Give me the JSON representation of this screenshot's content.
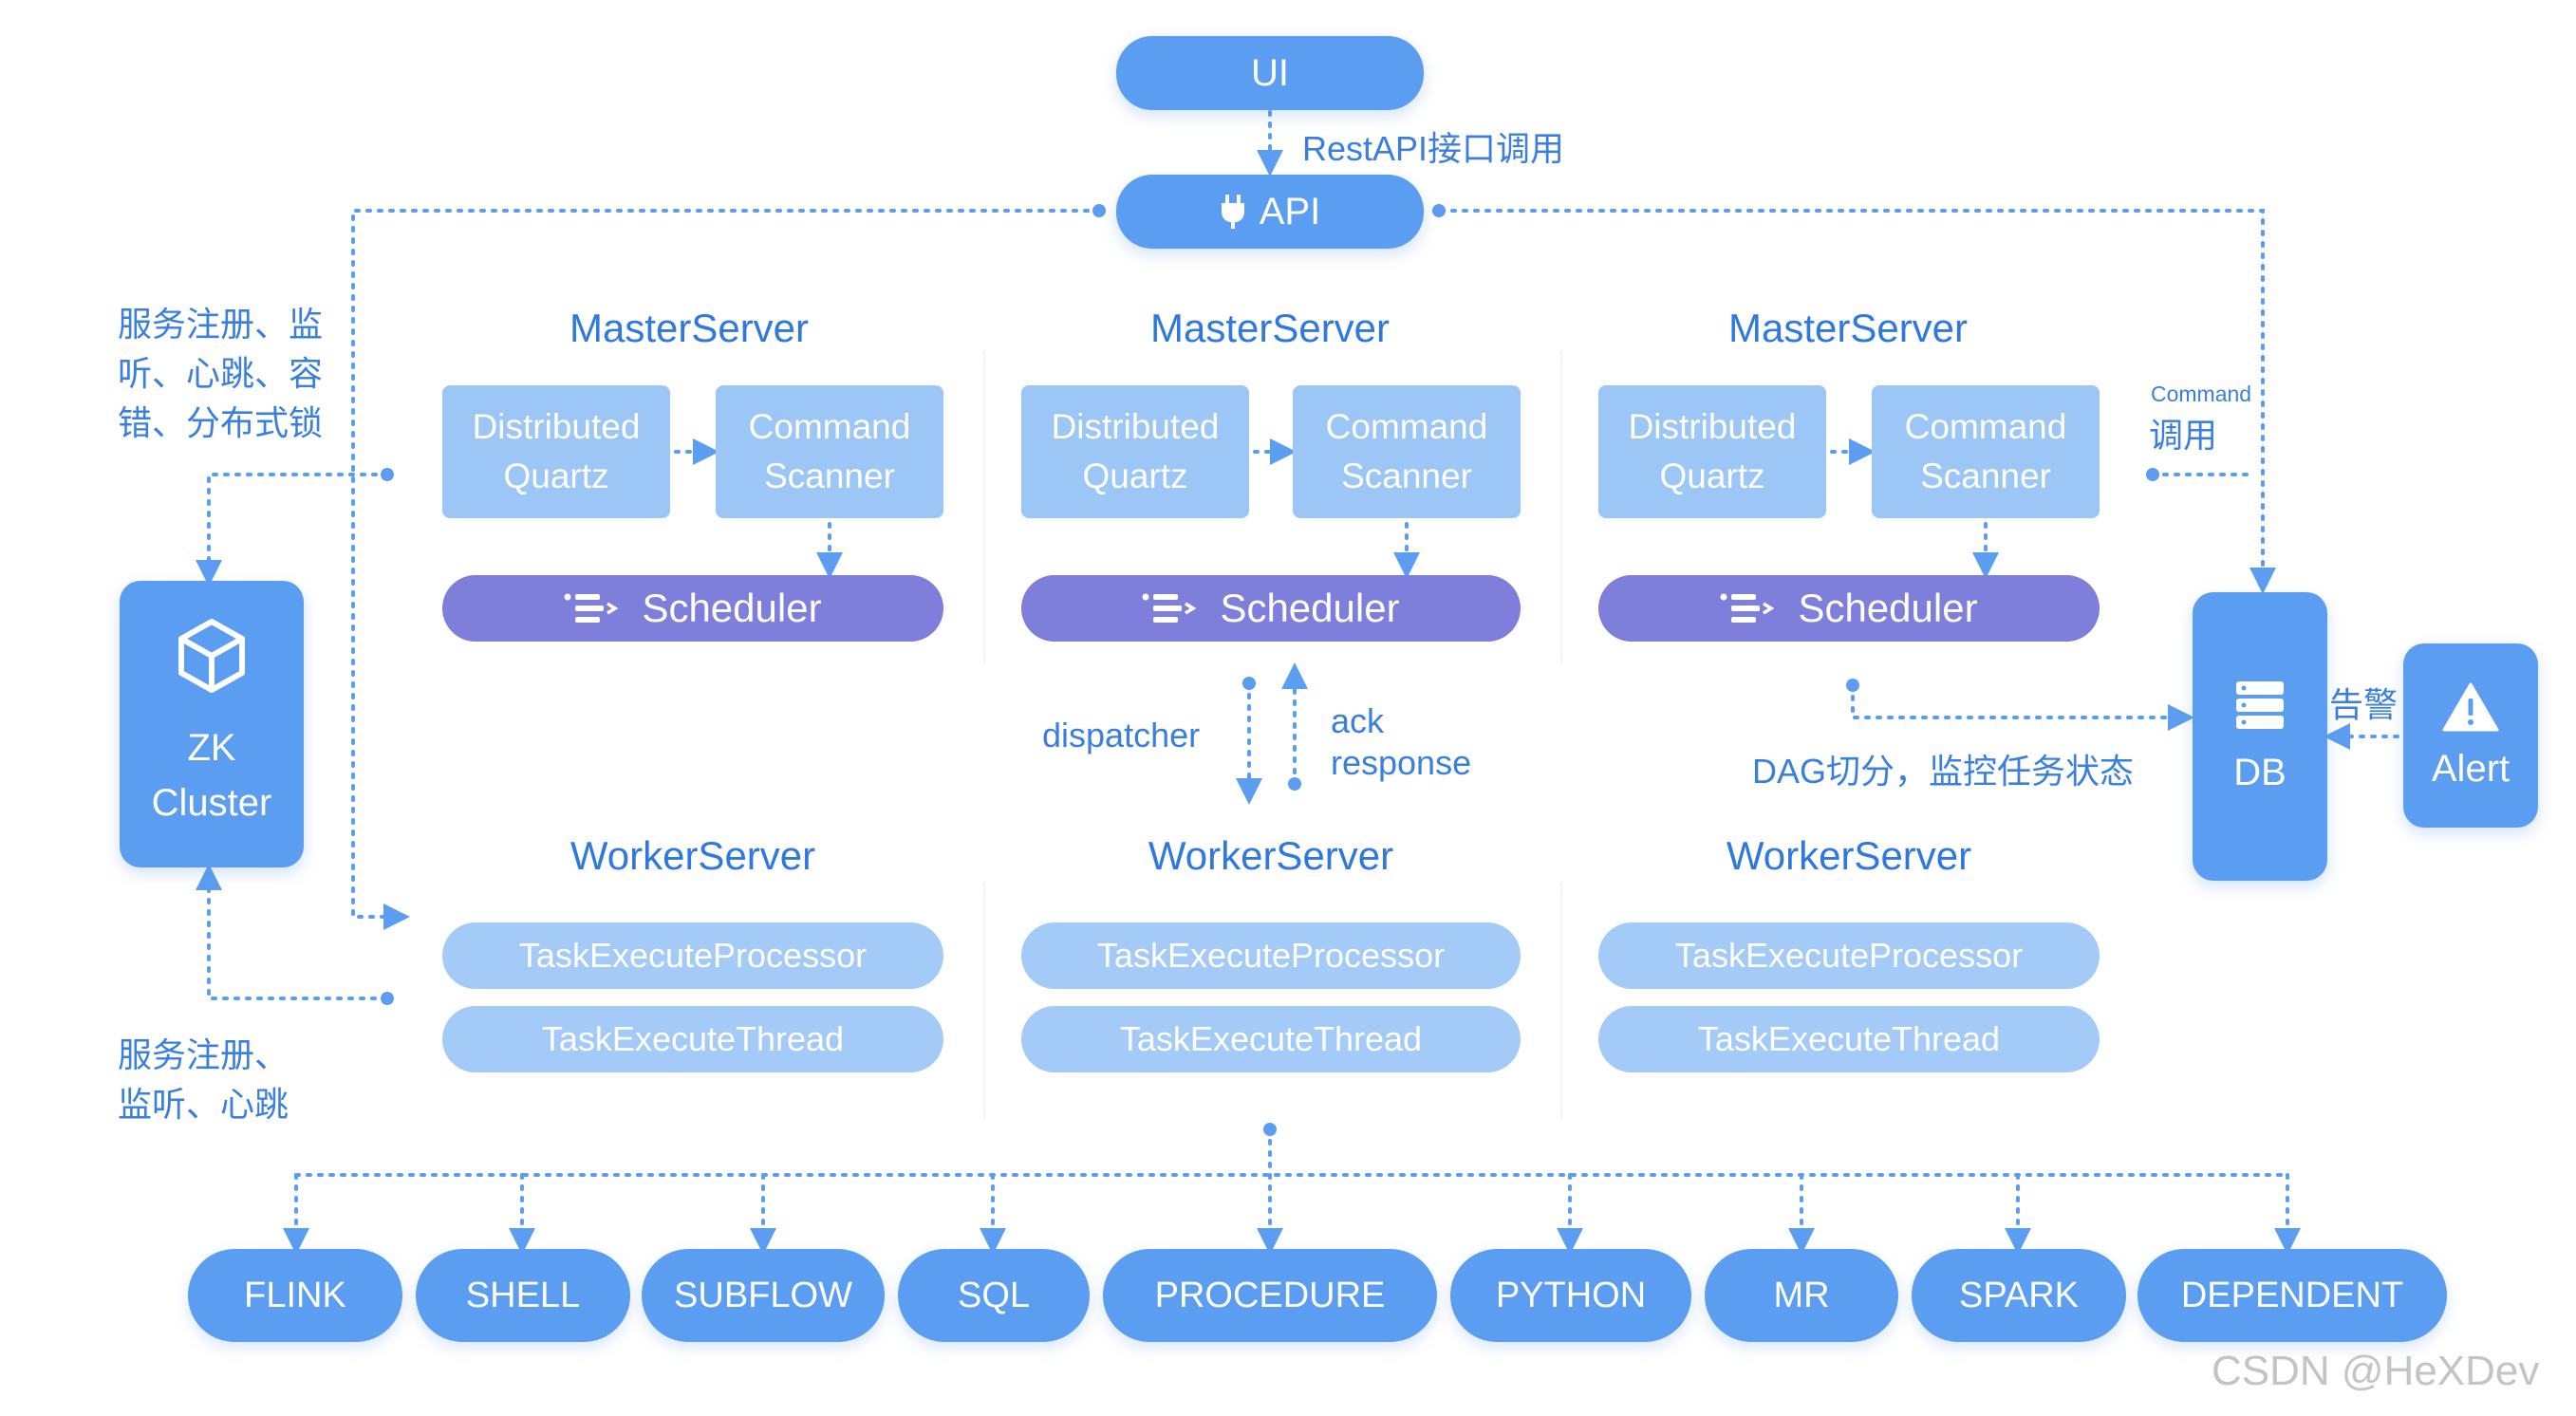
{
  "top": {
    "ui_label": "UI",
    "api_label": "API",
    "restapi_label": "RestAPI接口调用"
  },
  "left_notes": {
    "note1_lines": [
      "服务注册、监",
      "听、心跳、容",
      "错、分布式锁"
    ],
    "note2_lines": [
      "服务注册、",
      "监听、心跳"
    ]
  },
  "zk": {
    "line1": "ZK",
    "line2": "Cluster"
  },
  "masters": [
    {
      "title": "MasterServer",
      "box1": [
        "Distributed",
        "Quartz"
      ],
      "box2": [
        "Command",
        "Scanner"
      ],
      "scheduler": "Scheduler"
    },
    {
      "title": "MasterServer",
      "box1": [
        "Distributed",
        "Quartz"
      ],
      "box2": [
        "Command",
        "Scanner"
      ],
      "scheduler": "Scheduler"
    },
    {
      "title": "MasterServer",
      "box1": [
        "Distributed",
        "Quartz"
      ],
      "box2": [
        "Command",
        "Scanner"
      ],
      "scheduler": "Scheduler"
    }
  ],
  "middle": {
    "dispatcher": "dispatcher",
    "ack": "ack",
    "response": "response",
    "dag_note": "DAG切分，监控任务状态"
  },
  "workers": [
    {
      "title": "WorkerServer",
      "p1": "TaskExecuteProcessor",
      "p2": "TaskExecuteThread"
    },
    {
      "title": "WorkerServer",
      "p1": "TaskExecuteProcessor",
      "p2": "TaskExecuteThread"
    },
    {
      "title": "WorkerServer",
      "p1": "TaskExecuteProcessor",
      "p2": "TaskExecuteThread"
    }
  ],
  "right": {
    "command_small": "Command",
    "command_call": "调用",
    "db_label": "DB",
    "alert_label": "Alert",
    "alarm_label": "告警"
  },
  "tools": [
    "FLINK",
    "SHELL",
    "SUBFLOW",
    "SQL",
    "PROCEDURE",
    "PYTHON",
    "MR",
    "SPARK",
    "DEPENDENT"
  ],
  "watermark": "CSDN @HeXDev",
  "colors": {
    "primary": "#5b9df0",
    "light_box": "#9cc6f6",
    "scheduler": "#7d7fdb",
    "text_blue": "#2f78df",
    "connector": "#5b9df0"
  },
  "icons": {
    "api": "plug-icon",
    "scheduler": "list-icon",
    "zk": "cube-icon",
    "db": "database-icon",
    "alert": "warning-icon"
  }
}
